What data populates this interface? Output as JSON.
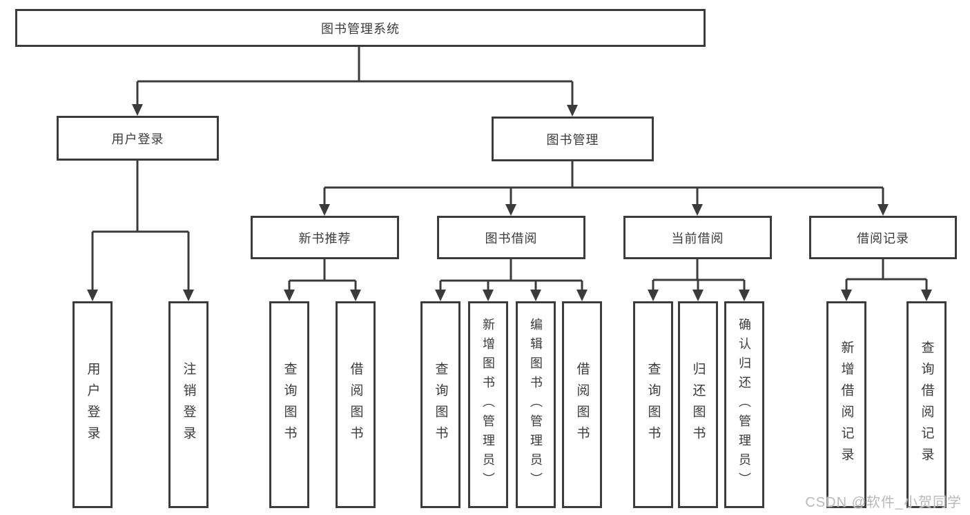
{
  "diagram": {
    "nodes": {
      "root": {
        "label": "图书管理系统"
      },
      "user_login": {
        "label": "用户登录"
      },
      "book_mgmt": {
        "label": "图书管理"
      },
      "new_book_rec": {
        "label": "新书推荐"
      },
      "book_borrow": {
        "label": "图书借阅"
      },
      "current_borrow": {
        "label": "当前借阅"
      },
      "borrow_record": {
        "label": "借阅记录"
      },
      "leaf_user_login": {
        "label": "用户登录"
      },
      "leaf_logout": {
        "label": "注销登录"
      },
      "leaf_rec_query": {
        "label": "查询图书"
      },
      "leaf_rec_borrow": {
        "label": "借阅图书"
      },
      "leaf_bb_query": {
        "label": "查询图书"
      },
      "leaf_bb_add": {
        "label": "新增图书（管理员）"
      },
      "leaf_bb_edit": {
        "label": "编辑图书（管理员）"
      },
      "leaf_bb_borrow": {
        "label": "借阅图书"
      },
      "leaf_cb_query": {
        "label": "查询图书"
      },
      "leaf_cb_return": {
        "label": "归还图书"
      },
      "leaf_cb_confirm": {
        "label": "确认归还（管理员）"
      },
      "leaf_br_add": {
        "label": "新增借阅记录"
      },
      "leaf_br_query": {
        "label": "查询借阅记录"
      }
    },
    "hierarchy": {
      "root": {
        "user_login": [
          "leaf_user_login",
          "leaf_logout"
        ],
        "book_mgmt": {
          "new_book_rec": [
            "leaf_rec_query",
            "leaf_rec_borrow"
          ],
          "book_borrow": [
            "leaf_bb_query",
            "leaf_bb_add",
            "leaf_bb_edit",
            "leaf_bb_borrow"
          ],
          "current_borrow": [
            "leaf_cb_query",
            "leaf_cb_return",
            "leaf_cb_confirm"
          ],
          "borrow_record": [
            "leaf_br_add",
            "leaf_br_query"
          ]
        }
      }
    }
  },
  "watermark": {
    "text": "CSDN @软件_小贺同学"
  },
  "colors": {
    "line": "#3b3b3b",
    "text": "#3b3b3b",
    "box_fill": "#ffffff",
    "background": "#ffffff",
    "watermark": "#b9b9b9"
  }
}
